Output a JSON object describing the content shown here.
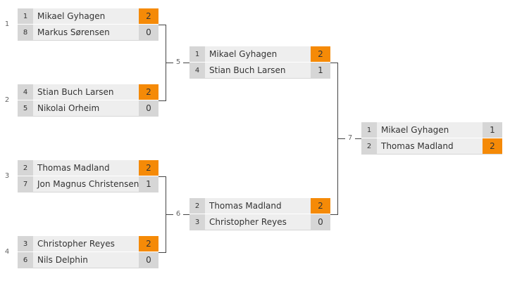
{
  "matches": [
    {
      "id": "1",
      "players": [
        {
          "seed": "1",
          "name": "Mikael Gyhagen",
          "score": "2",
          "winner": true
        },
        {
          "seed": "8",
          "name": "Markus Sørensen",
          "score": "0",
          "winner": false
        }
      ]
    },
    {
      "id": "2",
      "players": [
        {
          "seed": "4",
          "name": "Stian Buch Larsen",
          "score": "2",
          "winner": true
        },
        {
          "seed": "5",
          "name": "Nikolai Orheim",
          "score": "0",
          "winner": false
        }
      ]
    },
    {
      "id": "3",
      "players": [
        {
          "seed": "2",
          "name": "Thomas Madland",
          "score": "2",
          "winner": true
        },
        {
          "seed": "7",
          "name": "Jon Magnus Christensen",
          "score": "1",
          "winner": false
        }
      ]
    },
    {
      "id": "4",
      "players": [
        {
          "seed": "3",
          "name": "Christopher Reyes",
          "score": "2",
          "winner": true
        },
        {
          "seed": "6",
          "name": "Nils Delphin",
          "score": "0",
          "winner": false
        }
      ]
    },
    {
      "id": "5",
      "players": [
        {
          "seed": "1",
          "name": "Mikael Gyhagen",
          "score": "2",
          "winner": true
        },
        {
          "seed": "4",
          "name": "Stian Buch Larsen",
          "score": "1",
          "winner": false
        }
      ]
    },
    {
      "id": "6",
      "players": [
        {
          "seed": "2",
          "name": "Thomas Madland",
          "score": "2",
          "winner": true
        },
        {
          "seed": "3",
          "name": "Christopher Reyes",
          "score": "0",
          "winner": false
        }
      ]
    },
    {
      "id": "7",
      "players": [
        {
          "seed": "1",
          "name": "Mikael Gyhagen",
          "score": "1",
          "winner": false
        },
        {
          "seed": "2",
          "name": "Thomas Madland",
          "score": "2",
          "winner": true
        }
      ]
    }
  ],
  "colors": {
    "winner_score_bg": "#f58a07",
    "cell_dark": "#d6d6d6",
    "cell_light": "#eeeeee",
    "connector": "#444444"
  }
}
